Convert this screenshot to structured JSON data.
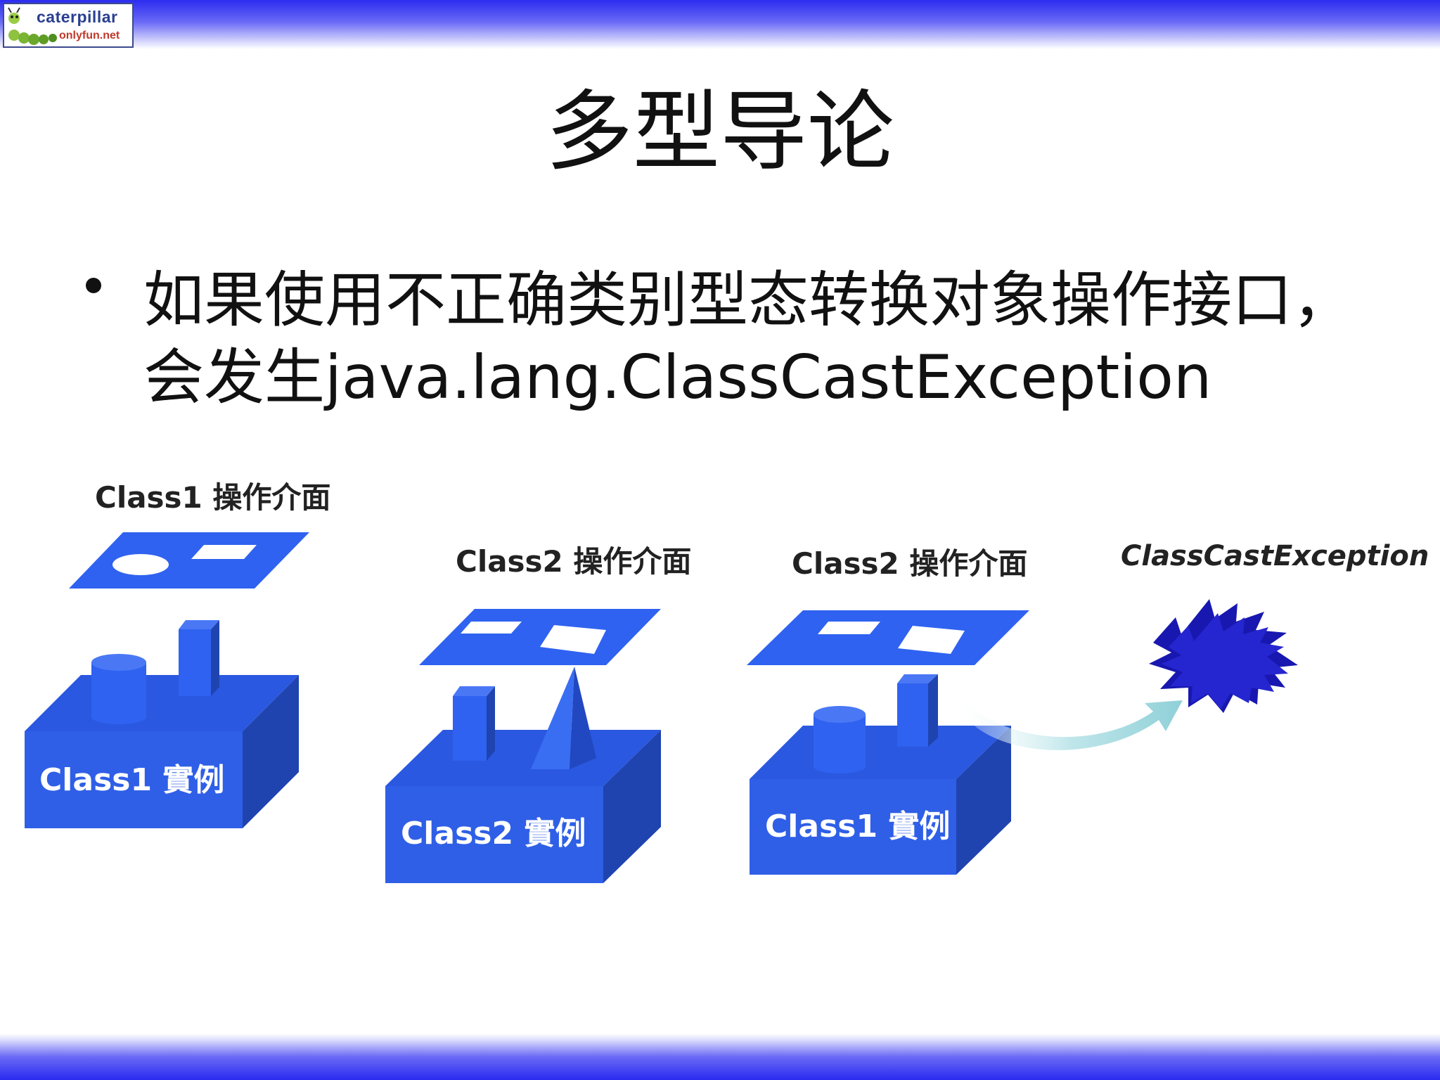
{
  "logo": {
    "line1": "caterpillar",
    "line2": "onlyfun.net"
  },
  "title": "多型导论",
  "bullet": {
    "text": "如果使用不正确类别型态转换对象操作接口，会发生java.lang.ClassCastException"
  },
  "diagram": {
    "panel1": {
      "interface_label": "Class1 操作介面",
      "instance_label": "Class1 實例"
    },
    "panel2": {
      "interface_label": "Class2 操作介面",
      "instance_label": "Class2 實例"
    },
    "panel3": {
      "interface_label": "Class2 操作介面",
      "instance_label": "Class1 實例"
    },
    "exception_label": "ClassCastException"
  },
  "colors": {
    "band_blue": "#2c2cf0",
    "box_blue": "#2e5fe6",
    "box_dark": "#1f44b0",
    "interface_blue": "#2f62f0",
    "arrow_cyan": "#9fd8de",
    "star_navy": "#1b1bb8"
  }
}
